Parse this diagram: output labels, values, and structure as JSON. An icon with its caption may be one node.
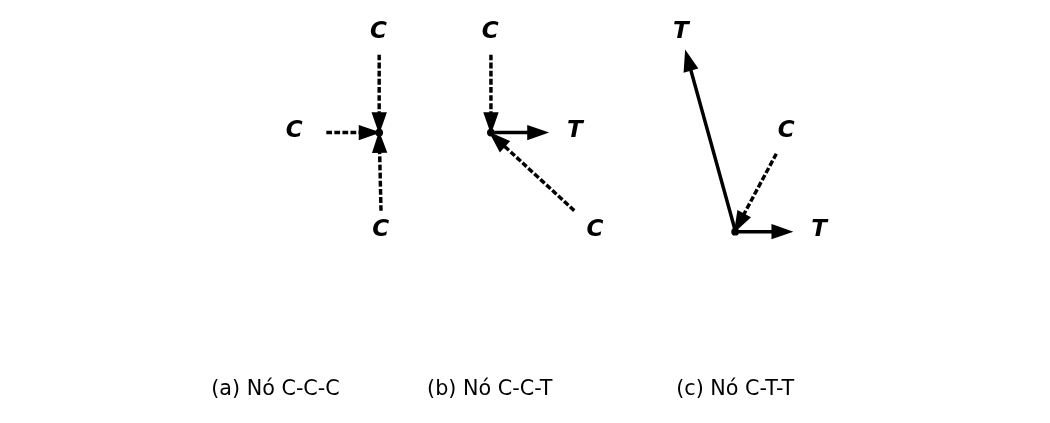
{
  "diagram": {
    "nodes": [
      {
        "text": [
          "C"
        ]
      },
      {
        "text": [],
        "shape": "point"
      },
      {
        "text": [
          "C"
        ]
      },
      {
        "text": [
          "C"
        ]
      },
      {
        "text": [
          "C"
        ]
      },
      {
        "text": [],
        "shape": "point"
      },
      {
        "text": [
          "T"
        ]
      },
      {
        "text": [
          "C"
        ]
      },
      {
        "text": [
          "T"
        ]
      },
      {
        "text": [
          "C"
        ]
      },
      {
        "text": [],
        "shape": "point"
      },
      {
        "text": [
          "T"
        ]
      }
    ],
    "edges": [
      {
        "from": 0,
        "to": 1,
        "arrow": "to",
        "style": "dashed"
      },
      {
        "from": 2,
        "to": 1,
        "arrow": "to",
        "style": "dashed"
      },
      {
        "from": 3,
        "to": 1,
        "arrow": "to",
        "style": "dashed"
      },
      {
        "from": 4,
        "to": 5,
        "arrow": "to",
        "style": "dashed"
      },
      {
        "from": 5,
        "to": 6,
        "arrow": "to"
      },
      {
        "from": 7,
        "to": 5,
        "arrow": "to",
        "style": "dashed"
      },
      {
        "from": 10,
        "to": 8,
        "arrow": "to"
      },
      {
        "from": 9,
        "to": 10,
        "arrow": "to",
        "style": "dashed"
      },
      {
        "from": 10,
        "to": 11,
        "arrow": "to"
      }
    ],
    "labels": [
      "(a) Nó C-C-C",
      "(b) Nó C-C-T",
      "(c) Nó C-T-T"
    ]
  }
}
